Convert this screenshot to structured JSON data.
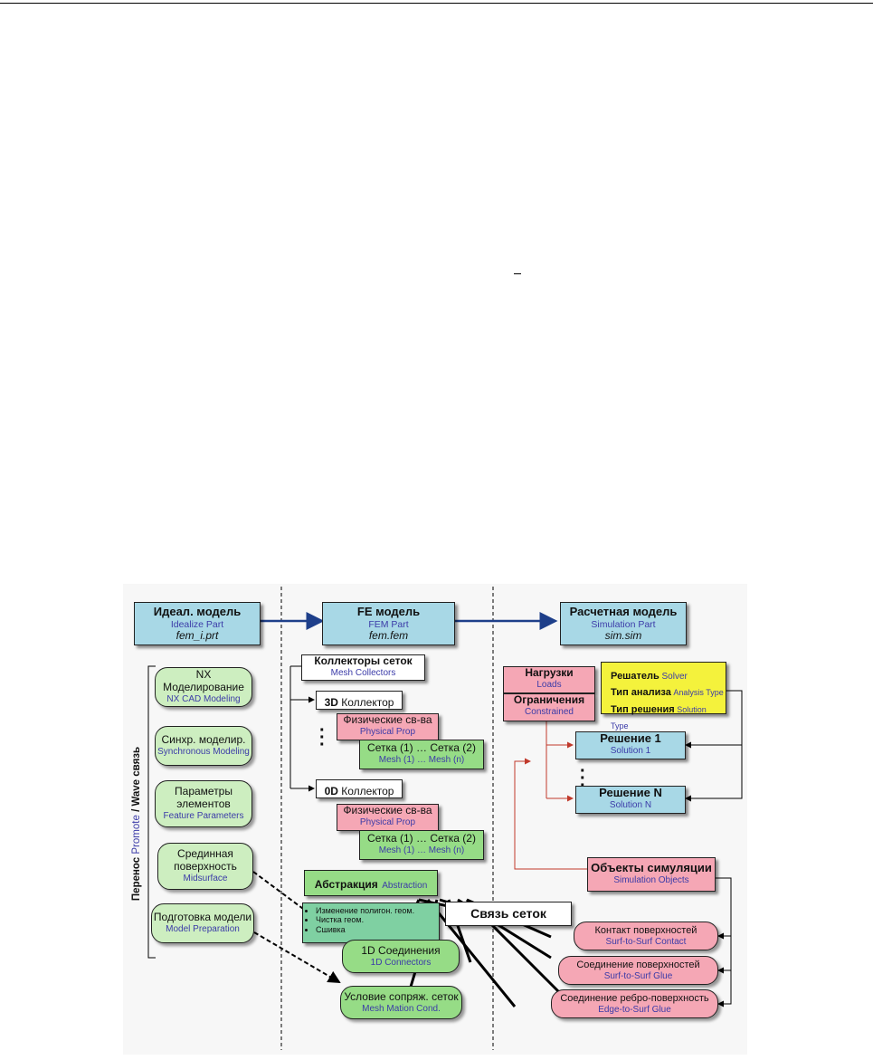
{
  "diagram": {
    "columns": [
      {
        "title": "Идеал. модель",
        "sub": "Idealize Part",
        "file": "fem_i.prt"
      },
      {
        "title": "FE модель",
        "sub": "FEM Part",
        "file": "fem.fem"
      },
      {
        "title": "Расчетная модель",
        "sub": "Simulation Part",
        "file": "sim.sim"
      }
    ],
    "vertical_label": {
      "a": "Перенос ",
      "promote": "Promote",
      "b": " / Wave связь"
    },
    "left_items": [
      {
        "title": "NX Моделирование",
        "sub": "NX CAD Modeling"
      },
      {
        "title": "Синхр. моделир.",
        "sub": "Synchronous Modeling"
      },
      {
        "title": "Параметры элементов",
        "sub": "Feature Parameters"
      },
      {
        "title": "Срединная поверхность",
        "sub": "Midsurface"
      },
      {
        "title": "Подготовка модели",
        "sub": "Model Preparation"
      }
    ],
    "mesh_collectors": {
      "title": "Коллекторы сеток",
      "sub": "Mesh Collectors"
    },
    "collector_3d": {
      "bold": "3D",
      "rest": " Коллектор"
    },
    "collector_0d": {
      "bold": "0D",
      "rest": " Коллектор"
    },
    "physical": {
      "title": "Физические св-ва",
      "sub": "Physical Prop"
    },
    "mesh": {
      "title": "Сетка (1) … Сетка (2)",
      "sub": "Mesh (1) … Mesh (n)"
    },
    "abstraction": {
      "title": "Абстракция",
      "sub": "Abstraction",
      "items": [
        "Изменение полигон. геом.",
        "Чистка геом.",
        "Сшивка"
      ]
    },
    "mesh_link": {
      "title": "Связь сеток"
    },
    "connectors_1d": {
      "title": "1D Соединения",
      "sub": "1D Connectors"
    },
    "mating": {
      "title": "Условие сопряж. сеток",
      "sub": "Mesh Mation Cond."
    },
    "loads": {
      "title": "Нагрузки",
      "sub": "Loads"
    },
    "constraints": {
      "title": "Ограничения",
      "sub": "Constrained"
    },
    "solver": {
      "r1b": "Решатель",
      "r1s": " Solver",
      "r2b": "Тип анализа",
      "r2s": " Analysis Type",
      "r3b": "Тип решения",
      "r3s": " Solution Type"
    },
    "solution1": {
      "title": "Решение 1",
      "sub": "Solution 1"
    },
    "solutionN": {
      "title": "Решение N",
      "sub": "Solution N"
    },
    "sim_objects": {
      "title": "Объекты симуляции",
      "sub": "Simulation Objects"
    },
    "contact": {
      "title": "Контакт поверхностей",
      "sub": "Surf-to-Surf Contact"
    },
    "glue": {
      "title": "Соединение поверхностей",
      "sub": "Surf-to-Surf Glue"
    },
    "edge_glue": {
      "title": "Соединение ребро-поверхность",
      "sub": "Edge-to-Surf Glue"
    }
  }
}
